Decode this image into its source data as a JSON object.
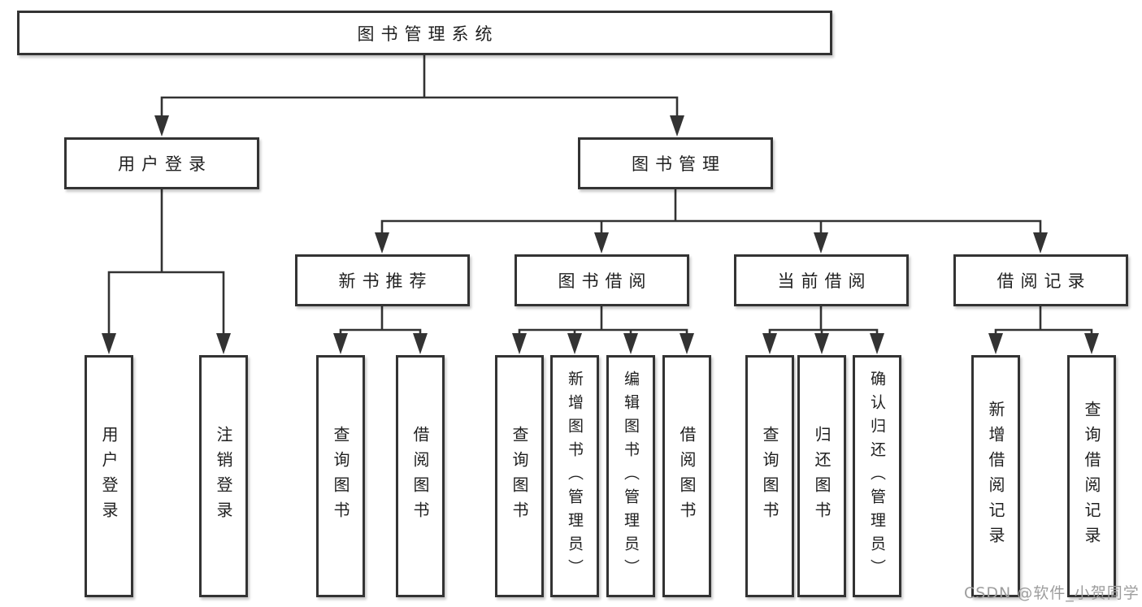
{
  "diagram": {
    "root": "图书管理系统",
    "level1": {
      "user_login": "用户登录",
      "book_management": "图书管理"
    },
    "level2": {
      "new_books": "新书推荐",
      "borrow": "图书借阅",
      "current": "当前借阅",
      "records": "借阅记录"
    },
    "leaves": {
      "user_login": "用户登录",
      "logout": "注销登录",
      "nb_query": "查询图书",
      "nb_borrow": "借阅图书",
      "bw_query": "查询图书",
      "bw_add": "新增图书（管理员）",
      "bw_edit": "编辑图书（管理员）",
      "bw_borrow": "借阅图书",
      "cur_query": "查询图书",
      "cur_return": "归还图书",
      "cur_confirm": "确认归还（管理员）",
      "rec_add": "新增借阅记录",
      "rec_query": "查询借阅记录"
    }
  },
  "watermark": "CSDN @软件_小贺同学",
  "colors": {
    "line": "#333333",
    "text": "#1f1f1f",
    "watermark": "#9d9d9d",
    "background": "#ffffff"
  }
}
